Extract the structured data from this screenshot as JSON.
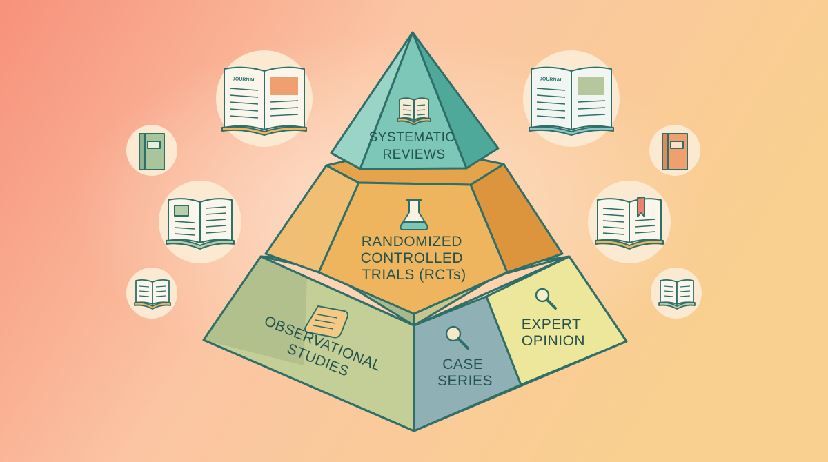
{
  "colors": {
    "background_left": "#f7957d",
    "background_right": "#f9cf8e",
    "outline": "#2f6f6a",
    "top_tier": "#7dc7b9",
    "middle_tier": "#efb55e",
    "bottom_left": "#c4cf97",
    "bottom_middle": "#8fb1b5",
    "bottom_right": "#ece79a"
  },
  "pyramid": {
    "top": {
      "lines": [
        "SYSTEMATIC",
        "REVIEWS"
      ],
      "icon": "open-book-icon"
    },
    "middle": {
      "lines": [
        "RANDOMIZED",
        "CONTROLLED",
        "TRIALS (RCTs)"
      ],
      "icon": "flask-icon"
    },
    "bottom_left": {
      "lines": [
        "OBSERVATIONAL",
        "STUDIES"
      ],
      "icon": "scroll-icon"
    },
    "bottom_middle": {
      "lines": [
        "CASE",
        "SERIES"
      ],
      "icon": "magnifier-icon"
    },
    "bottom_right": {
      "lines": [
        "EXPERT",
        "OPINION"
      ],
      "icon": "magnifier-icon"
    }
  },
  "side_icons": {
    "left": [
      "journal-book-icon",
      "closed-book-icon",
      "open-book-icon",
      "open-book-icon"
    ],
    "right": [
      "journal-book-icon",
      "closed-book-icon",
      "open-book-bookmark-icon",
      "open-book-icon"
    ],
    "journal_label": "JOURNAL"
  }
}
